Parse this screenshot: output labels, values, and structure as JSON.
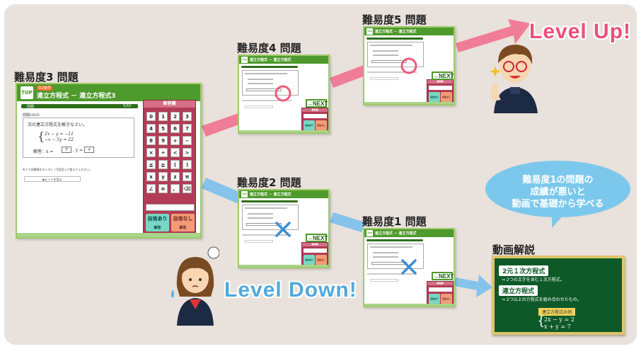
{
  "labels": {
    "level3": "難易度3 問題",
    "level4": "難易度4 問題",
    "level5": "難易度5 問題",
    "level2": "難易度2 問題",
    "level1": "難易度1 問題",
    "video": "動画解説",
    "level_up": "Level Up!",
    "level_down": "Level Down!"
  },
  "bubble": {
    "lines": [
      "難易度1の問題の",
      "成績が悪いと",
      "動画で基礎から学べる"
    ]
  },
  "main_screen": {
    "logo": "TOP",
    "unit_tag": "中2数学",
    "title": "連立方程式 － 連立方程式3",
    "tab": "問題",
    "progress": "5/10",
    "qid": "問題OX05",
    "prompt": "次の連立方程式を解きなさい。",
    "eq1": "2x − y = −11",
    "eq2": "−x − 5y = 22",
    "answer_label": "解答：x = ",
    "blank_a": "ア",
    "blank_i": "イ",
    "hint_text": "※２つの解答をカンマ(，)で区切って答えてください。",
    "hint_button": "▶ヒントを見る",
    "panel_title": "解答欄",
    "keys": [
      "0",
      "1",
      "2",
      "3",
      "4",
      "5",
      "6",
      "7",
      "8",
      "9",
      "+",
      "−",
      "×",
      "÷",
      "<",
      ">",
      "≦",
      "≧",
      "(",
      ")",
      "x",
      "y",
      "z",
      "π",
      "∠",
      "n",
      "，",
      "⌫"
    ],
    "confident": "自信あり",
    "confident_sub": "解答",
    "not_confident": "自信なし",
    "not_confident_sub": "解答"
  },
  "small_screen": {
    "logo": "TOP",
    "title": "連立方程式 － 連立方程式",
    "next": "→NEXT",
    "panel_title": "解答欄",
    "confident": "自信あり",
    "not_confident": "自信なし"
  },
  "board": {
    "tag1": "2元１次方程式",
    "note1": "⇒ 2つの文字を含む１次方程式。",
    "tag2": "連立方程式",
    "note2": "⇒ 2つ以上の方程式を組み合わせたもの。",
    "example": "連立方程式の例",
    "eq1": "2x − y = 2",
    "eq2": "x + y = 7"
  },
  "chart_data": {
    "type": "diagram",
    "nodes": [
      "難易度3 問題",
      "難易度4 問題",
      "難易度5 問題",
      "難易度2 問題",
      "難易度1 問題",
      "動画解説"
    ],
    "edges": [
      {
        "from": "難易度3 問題",
        "to": "難易度4 問題",
        "result": "correct"
      },
      {
        "from": "難易度4 問題",
        "to": "難易度5 問題",
        "result": "correct"
      },
      {
        "from": "難易度5 問題",
        "to": "Level Up!",
        "result": "correct"
      },
      {
        "from": "難易度3 問題",
        "to": "難易度2 問題",
        "result": "incorrect"
      },
      {
        "from": "難易度2 問題",
        "to": "難易度1 問題",
        "result": "incorrect"
      },
      {
        "from": "難易度1 問題",
        "to": "動画解説",
        "result": "incorrect"
      }
    ],
    "colors": {
      "up": "#f07d98",
      "down": "#85c3ea",
      "correct_mark": "#ee5a7a",
      "wrong_mark": "#3d8fd0"
    }
  }
}
